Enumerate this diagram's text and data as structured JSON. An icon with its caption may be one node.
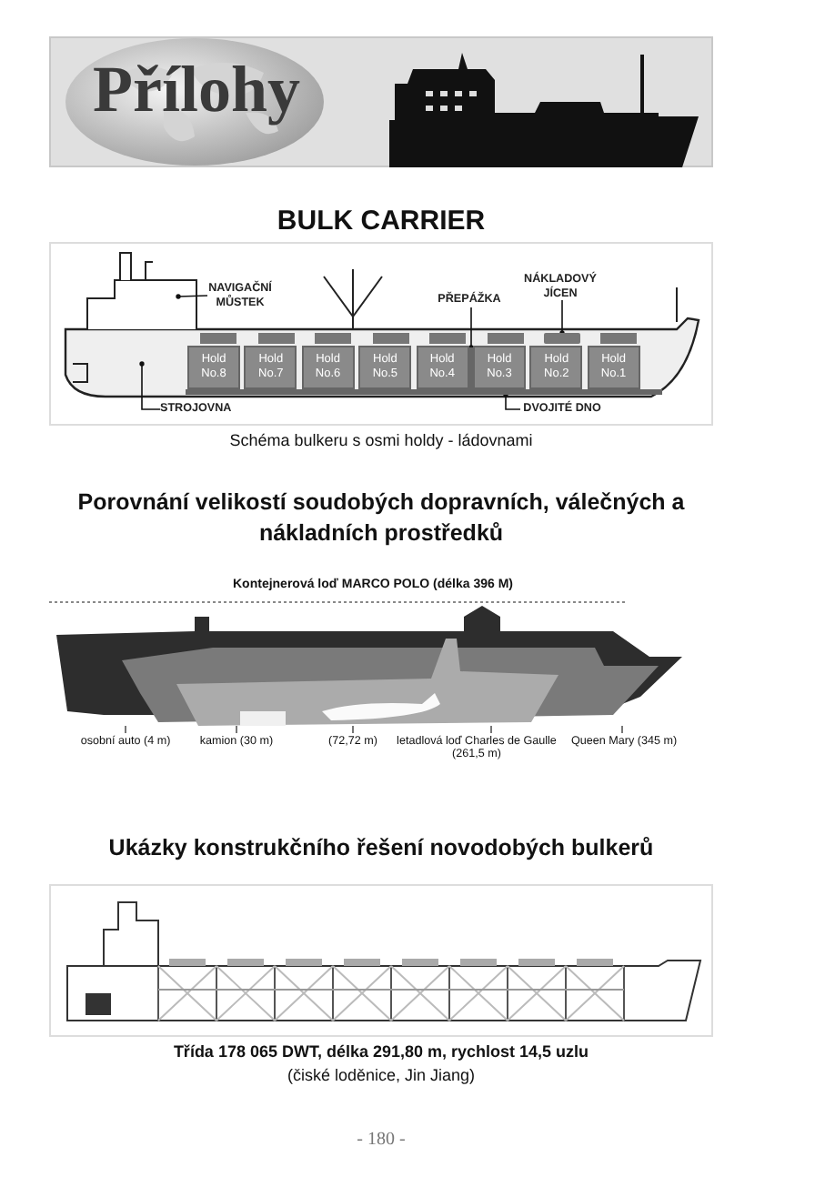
{
  "diagram": {
    "title": "Přílohy",
    "nodes": [
      {
        "text": [
          "NAVIGAČNÍ MŮSTEK"
        ]
      },
      {
        "text": [
          "NÁKLADOVÝ JÍCEN"
        ]
      },
      {
        "text": [
          "PŘEPÁŽKA"
        ]
      },
      {
        "text": [
          "STROJOVNA"
        ]
      },
      {
        "text": [
          "DVOJITÉ DNO"
        ]
      },
      {
        "text": [
          "Hold No.8"
        ]
      },
      {
        "text": [
          "Hold No.7"
        ]
      },
      {
        "text": [
          "Hold No.6"
        ]
      },
      {
        "text": [
          "Hold No.5"
        ]
      },
      {
        "text": [
          "Hold No.4"
        ]
      },
      {
        "text": [
          "Hold No.3"
        ]
      },
      {
        "text": [
          "Hold No.2"
        ]
      },
      {
        "text": [
          "Hold No.1"
        ]
      },
      {
        "text": [],
        "shape": "box"
      },
      {
        "text": [],
        "shape": "bar"
      },
      {
        "text": [],
        "shape": "bar"
      }
    ],
    "edges": [
      {
        "from": 0,
        "to": null,
        "arrow": "other"
      },
      {
        "from": 1,
        "to": 13,
        "arrow": "other"
      },
      {
        "from": 2,
        "to": 14,
        "arrow": "other"
      },
      {
        "from": 3,
        "to": null,
        "arrow": "other"
      },
      {
        "from": 4,
        "to": 15,
        "arrow": "other"
      }
    ],
    "labels": [
      "BULK CARRIER",
      "Schéma bulkeru s osmi holdy - ládovnami",
      "Porovnání velikostí soudobých dopravních, válečných a nákladních prostředků",
      "Kontejnerová loď MARCO POLO (délka 396 M)",
      "osobní auto (4 m)",
      "kamion (30 m)",
      "(72,72 m)",
      "letadlová loď Charles de Gaulle (261,5 m)",
      "Queen Mary (345 m)",
      "Ukázky konstrukčního řešení novodobých bulkerů",
      "Třída 178 065 DWT, délka 291,80 m, rychlost 14,5 uzlu",
      "(čiské loděnice, Jin Jiang)",
      "- 180 -"
    ]
  }
}
